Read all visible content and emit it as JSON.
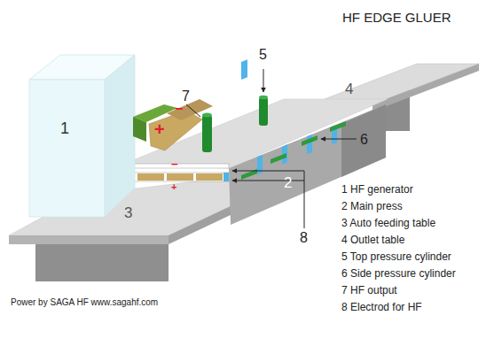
{
  "diagram": {
    "title": "HF EDGE GLUER",
    "caption": "Power by SAGA HF www.sagahf.com",
    "labels": [
      "1",
      "2",
      "3",
      "4",
      "5",
      "6",
      "7",
      "8",
      "+",
      "−",
      "−",
      "+",
      "1 HF generator",
      "2 Main press",
      "3 Auto feeding table",
      "4 Outlet table",
      "5 Top pressure cylinder",
      "6 Side pressure cylinder",
      "7 HF output",
      "8 Electrod for HF"
    ]
  }
}
